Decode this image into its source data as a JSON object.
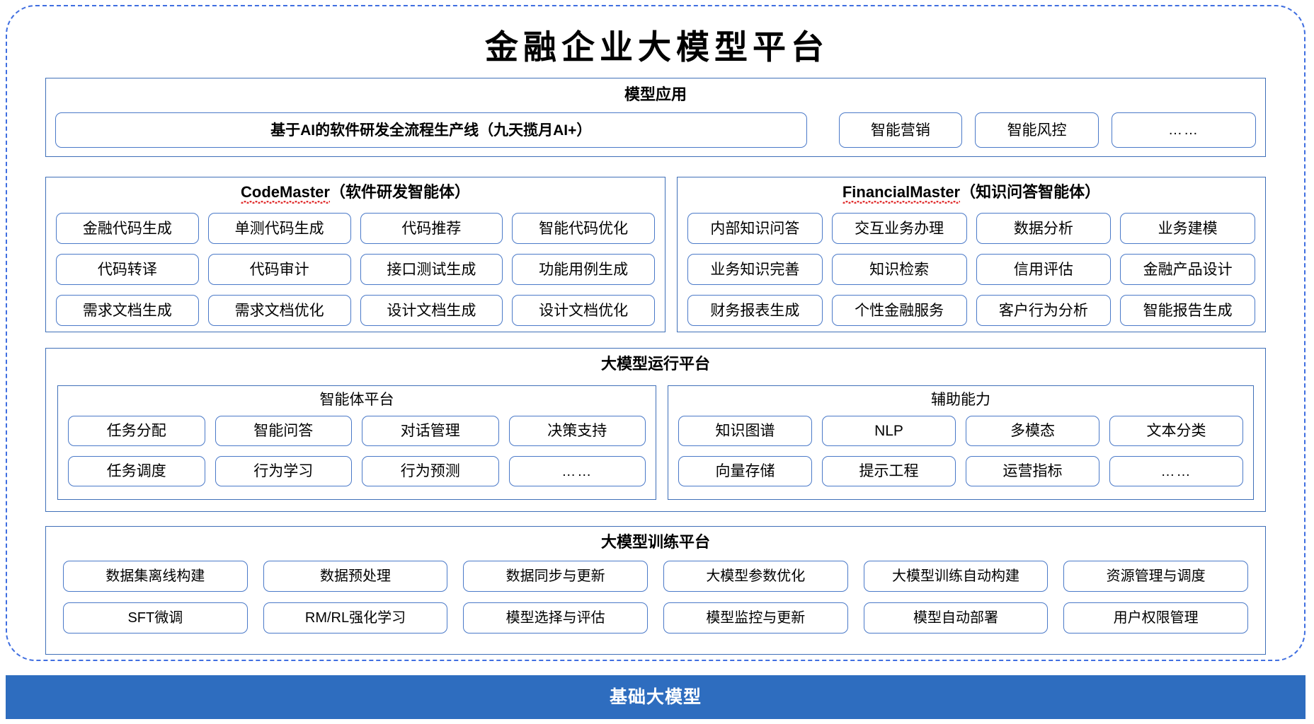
{
  "title": "金融企业大模型平台",
  "sections": {
    "application": {
      "title": "模型应用",
      "primary": "基于AI的软件研发全流程生产线（九天揽月AI+）",
      "items": [
        "智能营销",
        "智能风控",
        "……"
      ]
    },
    "code_master": {
      "title_en": "CodeMaster",
      "title_cn": "（软件研发智能体）",
      "items": [
        "金融代码生成",
        "单测代码生成",
        "代码推荐",
        "智能代码优化",
        "代码转译",
        "代码审计",
        "接口测试生成",
        "功能用例生成",
        "需求文档生成",
        "需求文档优化",
        "设计文档生成",
        "设计文档优化"
      ]
    },
    "financial_master": {
      "title_en": "FinancialMaster",
      "title_cn": "（知识问答智能体）",
      "items": [
        "内部知识问答",
        "交互业务办理",
        "数据分析",
        "业务建模",
        "业务知识完善",
        "知识检索",
        "信用评估",
        "金融产品设计",
        "财务报表生成",
        "个性金融服务",
        "客户行为分析",
        "智能报告生成"
      ]
    },
    "runtime": {
      "title": "大模型运行平台",
      "agent_platform": {
        "title": "智能体平台",
        "items": [
          "任务分配",
          "智能问答",
          "对话管理",
          "决策支持",
          "任务调度",
          "行为学习",
          "行为预测",
          "……"
        ]
      },
      "auxiliary": {
        "title": "辅助能力",
        "items": [
          "知识图谱",
          "NLP",
          "多模态",
          "文本分类",
          "向量存储",
          "提示工程",
          "运营指标",
          "……"
        ]
      }
    },
    "training": {
      "title": "大模型训练平台",
      "items": [
        "数据集离线构建",
        "数据预处理",
        "数据同步与更新",
        "大模型参数优化",
        "大模型训练自动构建",
        "资源管理与调度",
        "SFT微调",
        "RM/RL强化学习",
        "模型选择与评估",
        "模型监控与更新",
        "模型自动部署",
        "用户权限管理"
      ]
    }
  },
  "footer": {
    "label": "基础大模型"
  },
  "colors": {
    "outer_border": "#3f6ee0",
    "panel_border": "#3f6fb8",
    "chip_border": "#4a79c8",
    "footer_bg": "#2e6dbf",
    "spellcheck_underline": "#e03131"
  }
}
